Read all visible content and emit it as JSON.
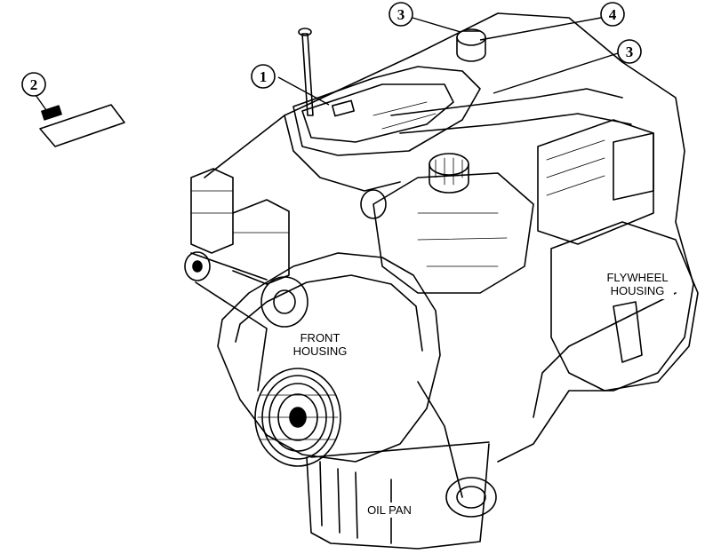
{
  "callouts": [
    {
      "number": "1"
    },
    {
      "number": "2"
    },
    {
      "number": "3"
    },
    {
      "number": "3"
    },
    {
      "number": "4"
    }
  ],
  "labels": {
    "front_housing": [
      "FRONT",
      "HOUSING"
    ],
    "flywheel_housing": [
      "FLYWHEEL",
      "HOUSING"
    ],
    "oil_pan": "OIL PAN"
  },
  "line_color": "#000000",
  "background": "#ffffff"
}
